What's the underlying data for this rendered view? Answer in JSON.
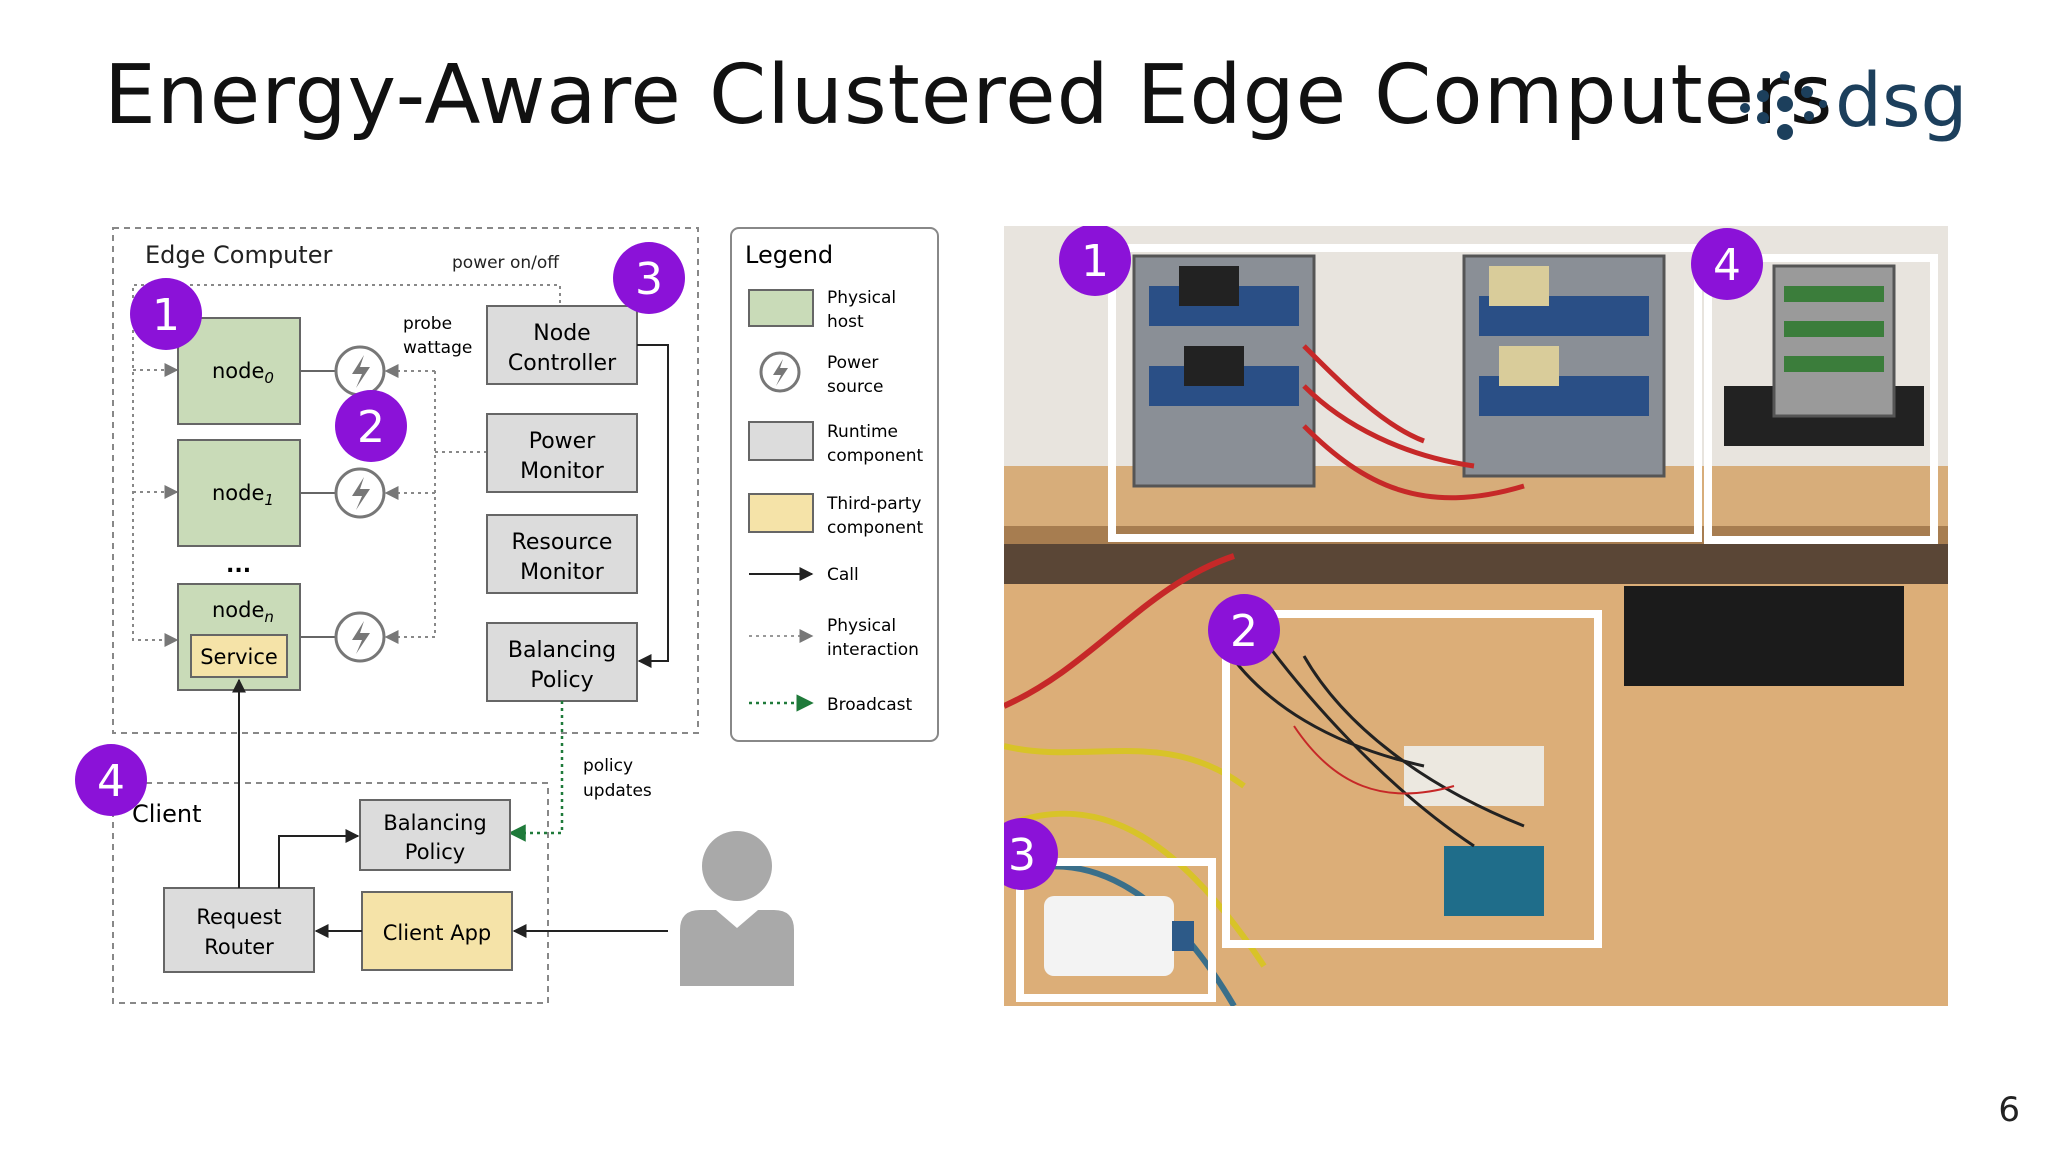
{
  "slide": {
    "title": "Energy-Aware Clustered Edge Computers",
    "page_number": "6",
    "logo_text": "dsg"
  },
  "diagram": {
    "edge_computer_label": "Edge Computer",
    "power_on_off": "power on/off",
    "probe_wattage": [
      "probe",
      "wattage"
    ],
    "nodes": [
      "node",
      "node",
      "node"
    ],
    "node_subscripts": [
      "0",
      "1",
      "n"
    ],
    "ellipsis": "...",
    "service": "Service",
    "node_controller": [
      "Node",
      "Controller"
    ],
    "power_monitor": [
      "Power",
      "Monitor"
    ],
    "resource_monitor": [
      "Resource",
      "Monitor"
    ],
    "balancing_policy": [
      "Balancing",
      "Policy"
    ],
    "policy_updates": [
      "policy",
      "updates"
    ],
    "client_label": "Client",
    "client_balancing_policy": [
      "Balancing",
      "Policy"
    ],
    "request_router": [
      "Request",
      "Router"
    ],
    "client_app": "Client App",
    "markers": [
      "1",
      "2",
      "3",
      "4"
    ]
  },
  "legend": {
    "title": "Legend",
    "items": [
      {
        "label": [
          "Physical",
          "host"
        ]
      },
      {
        "label": [
          "Power",
          "source"
        ]
      },
      {
        "label": [
          "Runtime",
          "component"
        ]
      },
      {
        "label": [
          "Third-party",
          "component"
        ]
      },
      {
        "label": [
          "Call"
        ]
      },
      {
        "label": [
          "Physical",
          "interaction"
        ]
      },
      {
        "label": [
          "Broadcast"
        ]
      }
    ]
  },
  "photo": {
    "markers": [
      "1",
      "2",
      "3",
      "4"
    ]
  },
  "colors": {
    "physical_host": "#c9dbb8",
    "runtime": "#dcdcdc",
    "third_party": "#f5e3a8",
    "marker": "#8b12d8",
    "broadcast": "#1f7a3a",
    "logo": "#1c3f5c"
  }
}
